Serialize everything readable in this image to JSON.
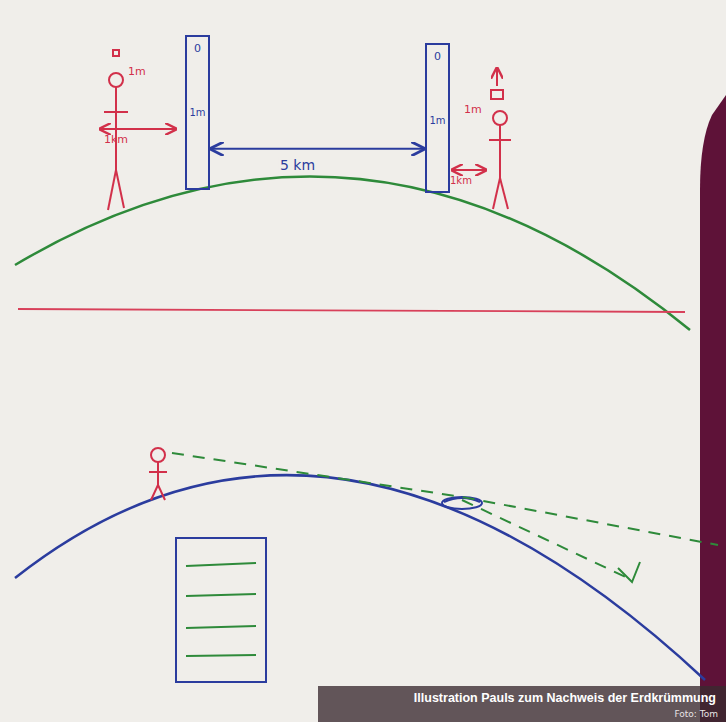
{
  "diagram": {
    "caption": "Illustration Pauls zum Nachweis der Erdkrümmung",
    "nodes": [
      {
        "text": [
          "0",
          "1m"
        ]
      },
      {
        "text": [
          "0",
          "1m"
        ]
      }
    ],
    "edges": [
      {
        "from": 0,
        "to": 1,
        "arrow": "both",
        "label": "5 km"
      }
    ],
    "labels": [
      "1m",
      "1km",
      "1m",
      "1km",
      "Foto: Tom"
    ]
  }
}
